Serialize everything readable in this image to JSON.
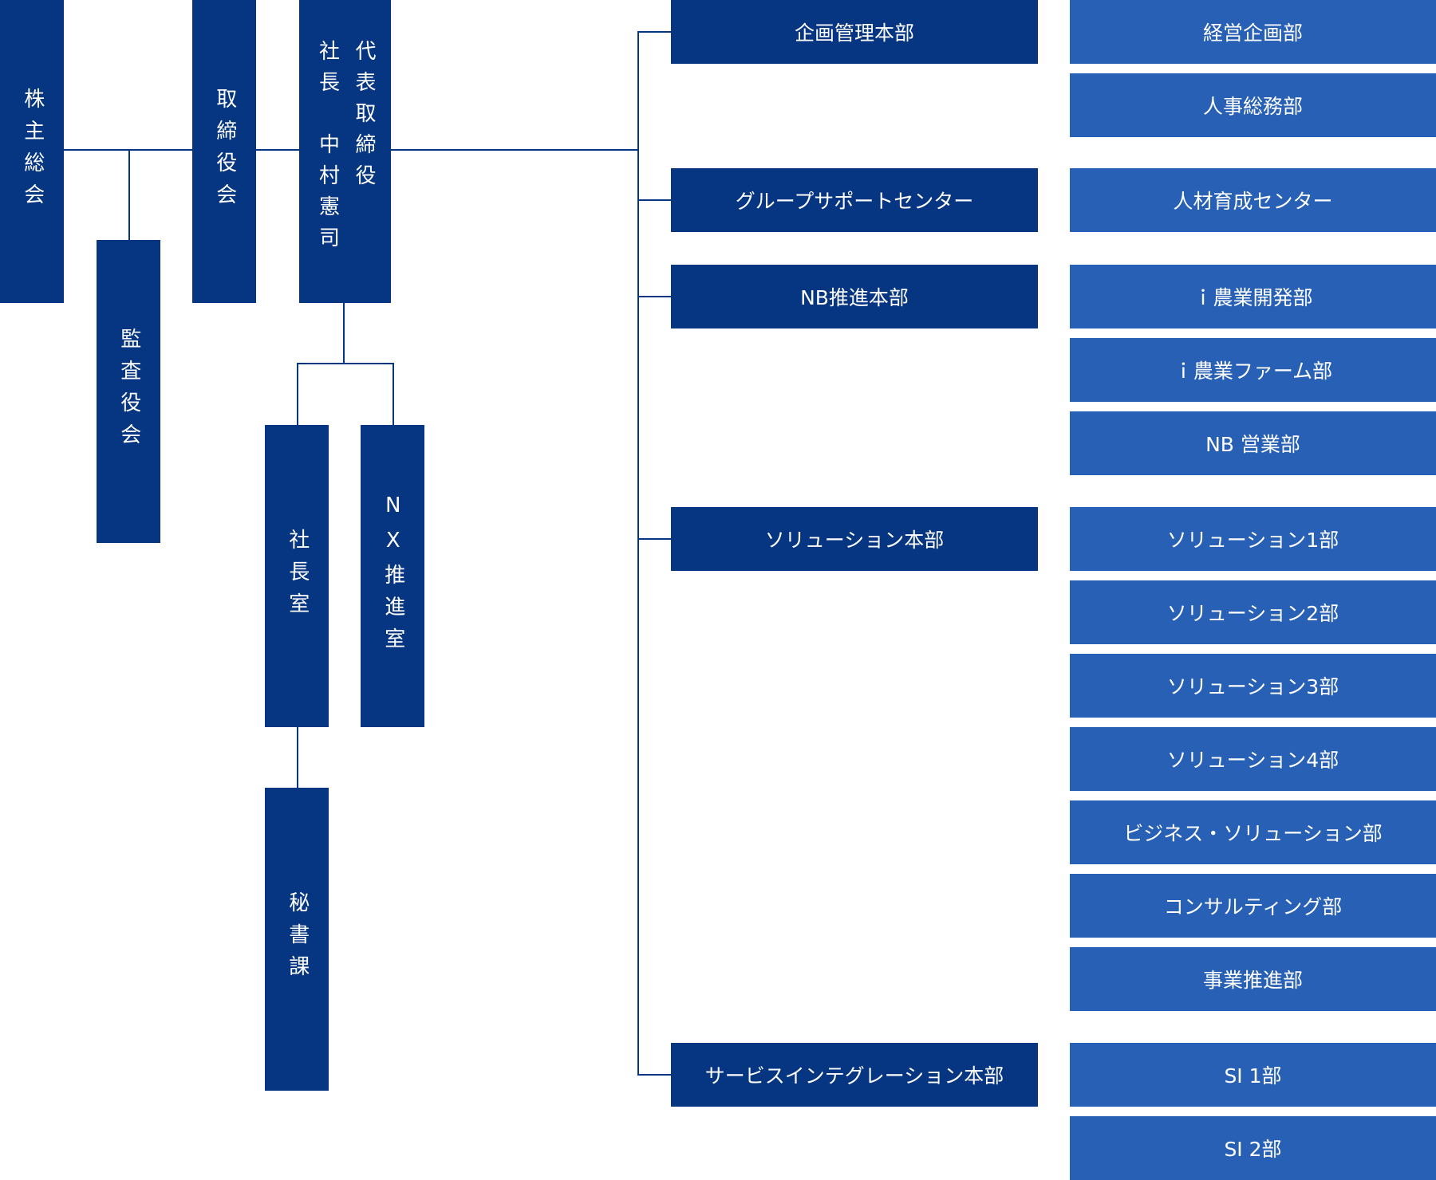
{
  "colors": {
    "primary_box": "#063581",
    "secondary_box": "#2760b5",
    "connector": "#063581",
    "text": "#ffffff",
    "background": "#ffffff"
  },
  "governance": {
    "shareholders_meeting": "株主総会",
    "board_of_directors": "取締役会",
    "audit_board": "監査役会",
    "president": "代表取締役\n社長　中村憲司"
  },
  "executive_offices": {
    "president_office": "社長室",
    "nx_office": "NX推進室",
    "secretary_section": "秘書課"
  },
  "divisions": [
    {
      "name": "企画管理本部",
      "departments": [
        "経営企画部",
        "人事総務部"
      ]
    },
    {
      "name": "グループサポートセンター",
      "departments": [
        "人材育成センター"
      ]
    },
    {
      "name": "NB推進本部",
      "departments": [
        "ｉ農業開発部",
        "ｉ農業ファーム部",
        "NB 営業部"
      ]
    },
    {
      "name": "ソリューション本部",
      "departments": [
        "ソリューション1部",
        "ソリューション2部",
        "ソリューション3部",
        "ソリューション4部",
        "ビジネス・ソリューション部",
        "コンサルティング部",
        "事業推進部"
      ]
    },
    {
      "name": "サービスインテグレーション本部",
      "departments": [
        "SI 1部",
        "SI 2部"
      ]
    }
  ]
}
